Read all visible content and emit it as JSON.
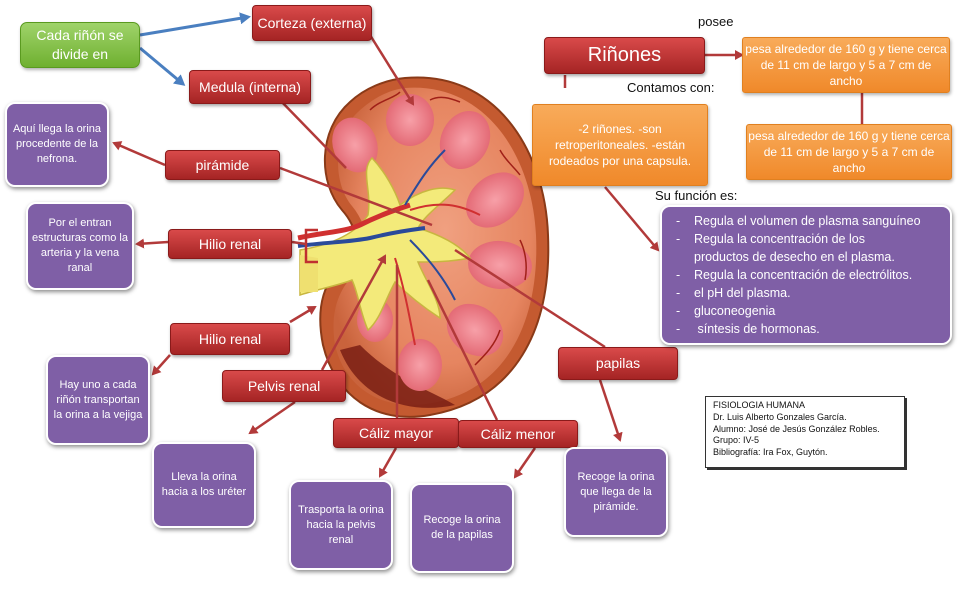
{
  "nodes": {
    "cada": "Cada riñón se divide en",
    "corteza": "Corteza (externa)",
    "medula": "Medula (interna)",
    "piramide": "pirámide",
    "hilio1": "Hilio renal",
    "hilio2": "Hilio renal",
    "pelvis": "Pelvis renal",
    "caliz_mayor": "Cáliz mayor",
    "caliz_menor": "Cáliz menor",
    "papilas": "papilas",
    "rinones": "Riñones"
  },
  "descriptions": {
    "piramide": "Aquí llega la orina procedente de la nefrona.",
    "hilio1": "Por el entran estructuras como la arteria y la vena ranal",
    "hilio2": "Hay uno a cada riñón transportan la orina a la vejiga",
    "pelvis": "Lleva la orina hacia a los uréter",
    "caliz_mayor": "Trasporta la orina hacia la pelvis renal",
    "caliz_menor": "Recoge la orina de la papilas",
    "papilas": "Recoge la orina que llega de la pirámide."
  },
  "labels": {
    "posee": "posee",
    "contamos": "Contamos con:",
    "funcion": "Su función es:"
  },
  "facts": {
    "peso1": "pesa alrededor de 160 g y tiene cerca de 11 cm de largo y 5 a 7 cm de ancho",
    "peso2": "pesa alrededor de 160 g y tiene cerca de 11 cm de largo y 5 a 7 cm de ancho",
    "contamos": "-2 riñones. -son retroperitoneales. -están rodeados por una capsula."
  },
  "functions": [
    "Regula el volumen de plasma sanguíneo",
    "Regula la concentración de los",
    "productos de desecho en el plasma.",
    "Regula  la concentración de electrólitos.",
    "el pH del plasma.",
    "gluconeogenia",
    " síntesis de hormonas."
  ],
  "info": {
    "title": "FISIOLOGIA HUMANA",
    "doctor": "Dr. Luis Alberto Gonzales García.",
    "alumno": "Alumno: José de Jesús González Robles.",
    "grupo": "Grupo: IV-5",
    "bibliografia": "Bibliografía: Ira Fox, Guytón."
  },
  "colors": {
    "red": "#b83030",
    "purple": "#7f5fa6",
    "orange": "#f59a40",
    "green": "#7cc142",
    "blue_arrow": "#4a7fc0",
    "red_arrow": "#b23a3a"
  }
}
